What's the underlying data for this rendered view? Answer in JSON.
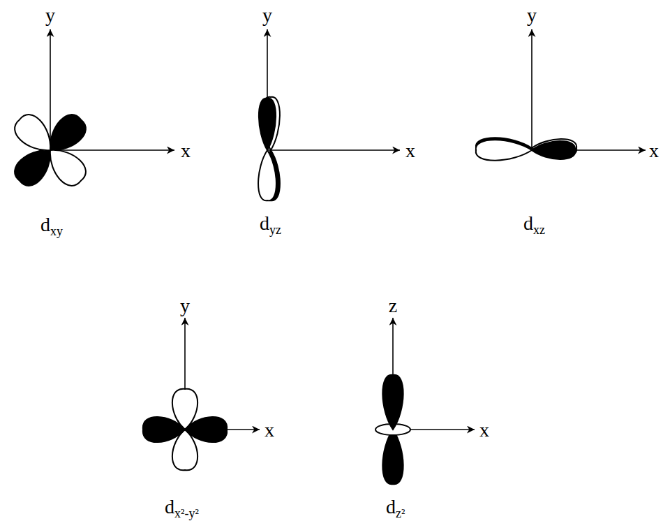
{
  "diagram": {
    "labels": [
      "y",
      "x",
      "d",
      "xy",
      "y",
      "x",
      "d",
      "yz",
      "y",
      "x",
      "d",
      "xz",
      "y",
      "x",
      "d",
      "x²-y²",
      "z",
      "x",
      "d",
      "z²"
    ]
  }
}
